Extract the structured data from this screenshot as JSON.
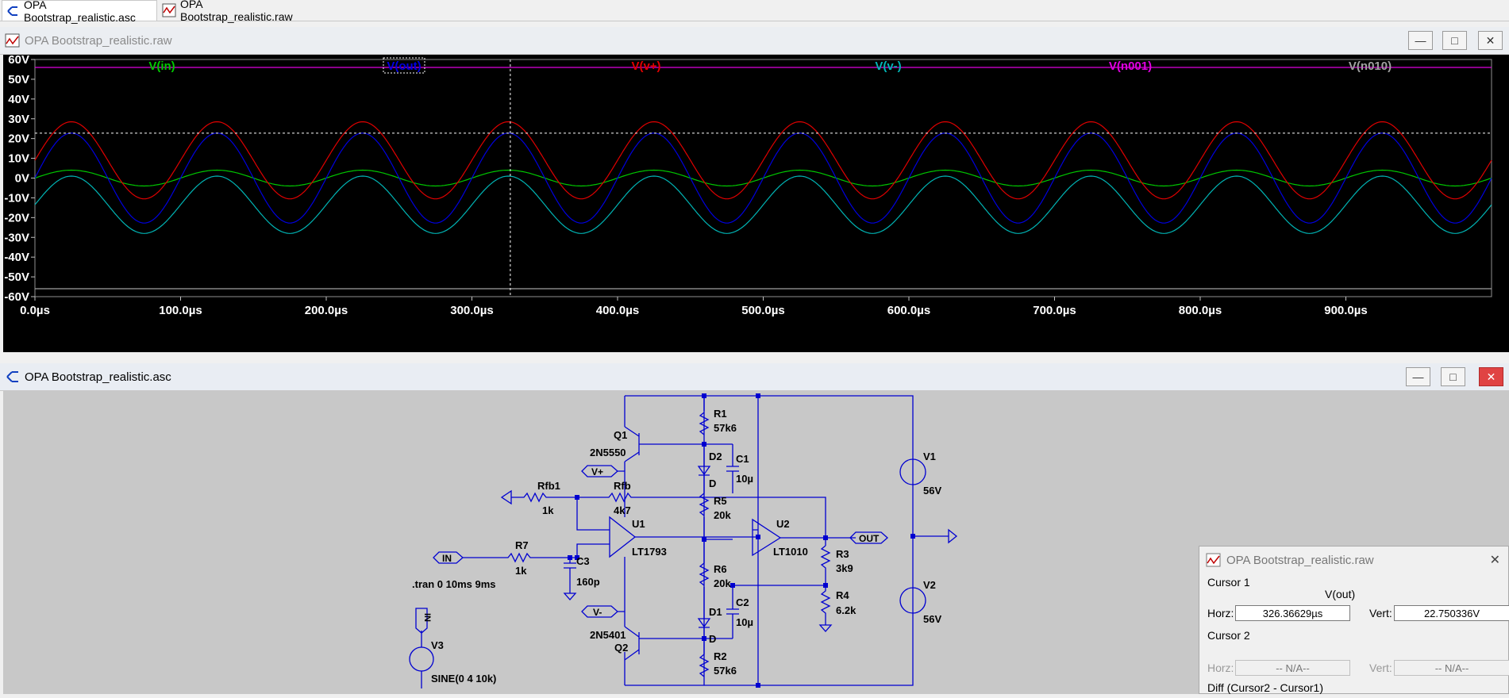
{
  "tabs": [
    {
      "label": "OPA Bootstrap_realistic.asc"
    },
    {
      "label": "OPA Bootstrap_realistic.raw"
    }
  ],
  "plot_window": {
    "title": "OPA Bootstrap_realistic.raw",
    "controls": {
      "minimize": "—",
      "maximize": "□",
      "close": "✕"
    }
  },
  "schematic_window": {
    "title": "OPA Bootstrap_realistic.asc",
    "controls": {
      "minimize": "—",
      "maximize": "□",
      "close": "✕"
    }
  },
  "colors": {
    "v_in": "#00c800",
    "v_out": "#0000e0",
    "v_plus": "#e00000",
    "v_minus": "#00b4b4",
    "v_n001": "#e000e0",
    "v_n010": "#a0a0a0",
    "wire": "#0000d0"
  },
  "chart_data": {
    "type": "line",
    "xlabel": "",
    "ylabel": "",
    "xlim": [
      0,
      1000
    ],
    "ylim": [
      -60,
      60
    ],
    "x_ticks": [
      "0.0µs",
      "100.0µs",
      "200.0µs",
      "300.0µs",
      "400.0µs",
      "500.0µs",
      "600.0µs",
      "700.0µs",
      "800.0µs",
      "900.0µs"
    ],
    "y_ticks": [
      "60V",
      "50V",
      "40V",
      "30V",
      "20V",
      "10V",
      "0V",
      "-10V",
      "-20V",
      "-30V",
      "-40V",
      "-50V",
      "-60V"
    ],
    "series": [
      {
        "name": "V(in)",
        "kind": "sine",
        "offset": 0,
        "amplitude": 4,
        "freq_khz": 10
      },
      {
        "name": "V(out)",
        "kind": "sine",
        "offset": 0,
        "amplitude": 22.75,
        "freq_khz": 10
      },
      {
        "name": "V(v+)",
        "kind": "sine",
        "offset": 9,
        "amplitude": 19.5,
        "freq_khz": 10
      },
      {
        "name": "V(v-)",
        "kind": "sine",
        "offset": -13.5,
        "amplitude": 14.5,
        "freq_khz": 10
      },
      {
        "name": "V(n001)",
        "kind": "dc",
        "value": 56
      },
      {
        "name": "V(n010)",
        "kind": "dc",
        "value": -56
      }
    ],
    "cursor": {
      "x": 326.36629,
      "y": 22.750336
    }
  },
  "schematic": {
    "labels": {
      "q1": "Q1",
      "q1_model": "2N5550",
      "q2": "Q2",
      "q2_model": "2N5401",
      "r1": "R1",
      "r1_val": "57k6",
      "r2": "R2",
      "r2_val": "57k6",
      "r3": "R3",
      "r3_val": "3k9",
      "r4": "R4",
      "r4_val": "6.2k",
      "r5": "R5",
      "r5_val": "20k",
      "r6": "R6",
      "r6_val": "20k",
      "r7": "R7",
      "r7_val": "1k",
      "rfb1": "Rfb1",
      "rfb1_val": "1k",
      "rfb": "Rfb",
      "rfb_val": "4k7",
      "c1": "C1",
      "c1_val": "10µ",
      "c2": "C2",
      "c2_val": "10µ",
      "c3": "C3",
      "c3_val": "160p",
      "d1": "D1",
      "d1_model": "D",
      "d2": "D2",
      "d2_model": "D",
      "u1": "U1",
      "u1_model": "LT1793",
      "u2": "U2",
      "u2_model": "LT1010",
      "v1": "V1",
      "v1_val": "56V",
      "v2": "V2",
      "v2_val": "56V",
      "v3": "V3",
      "v3_val": "SINE(0 4 10k)",
      "net_in": "IN",
      "net_out": "OUT",
      "net_vp": "V+",
      "net_vm": "V-",
      "net_in_vert": "IN",
      "directive": ".tran 0 10ms 9ms"
    }
  },
  "cursor_panel": {
    "title": "OPA Bootstrap_realistic.raw",
    "cursor1_label": "Cursor 1",
    "trace": "V(out)",
    "horz_label": "Horz:",
    "vert_label": "Vert:",
    "horz1": "326.36629µs",
    "vert1": "22.750336V",
    "cursor2_label": "Cursor 2",
    "horz2": "-- N/A--",
    "vert2": "-- N/A--",
    "diff_label": "Diff (Cursor2 - Cursor1)"
  }
}
